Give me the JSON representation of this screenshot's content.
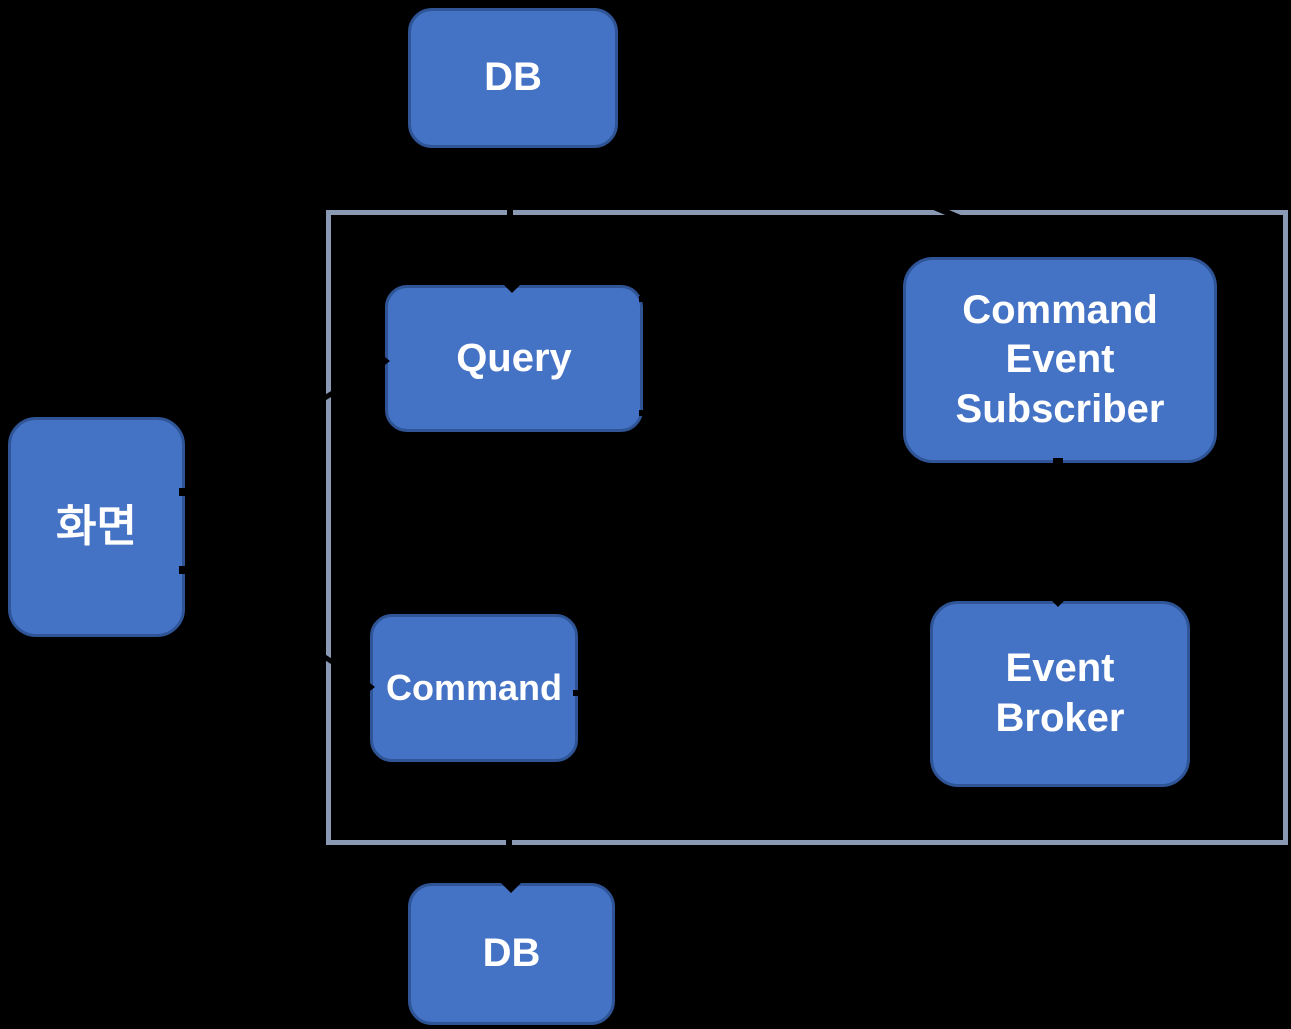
{
  "diagram": {
    "title": "CQRS architecture diagram",
    "colors": {
      "background": "#000000",
      "node_fill": "#4472c4",
      "node_border": "#2f5597",
      "container_border": "#8a99b4",
      "text_color": "#ffffff"
    },
    "nodes": [
      {
        "id": "db-top",
        "label": "DB"
      },
      {
        "id": "query",
        "label": "Query"
      },
      {
        "id": "command-event-subscriber",
        "label": "Command\nEvent\nSubscriber"
      },
      {
        "id": "screen",
        "label": "화면"
      },
      {
        "id": "command",
        "label": "Command"
      },
      {
        "id": "event-broker",
        "label": "Event\nBroker"
      },
      {
        "id": "db-bottom",
        "label": "DB"
      }
    ]
  }
}
